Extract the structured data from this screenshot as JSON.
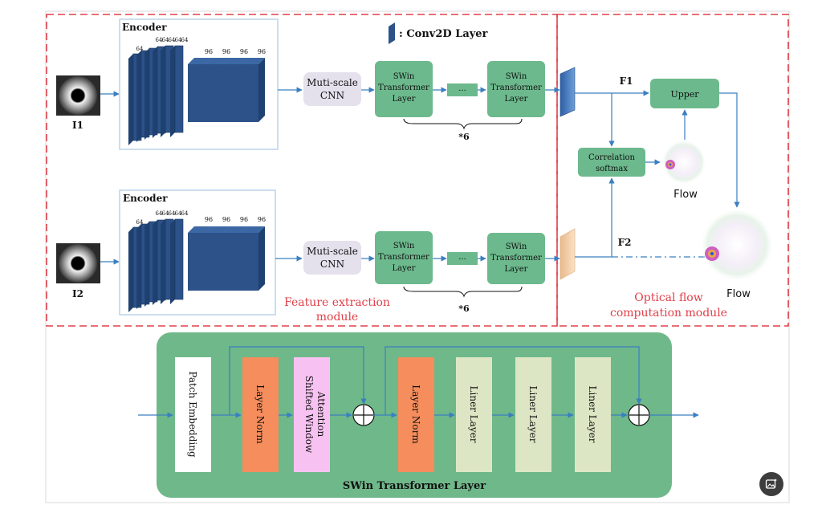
{
  "legend": {
    "conv_label": ": Conv2D Layer"
  },
  "inputs": {
    "i1": "I1",
    "i2": "I2"
  },
  "encoder": {
    "label": "Encoder",
    "small_channels": [
      "64",
      "64",
      "64",
      "64",
      "64",
      "64"
    ],
    "large_channels": [
      "96",
      "96",
      "96",
      "96"
    ]
  },
  "cnn_label": [
    "Muti-scale",
    "CNN"
  ],
  "swin_block": [
    "SWin",
    "Transformer",
    "Layer"
  ],
  "ellipsis": "···",
  "repeat_label": "*6",
  "feature_module_label": [
    "Feature extraction",
    "module"
  ],
  "optical": {
    "f1": "F1",
    "f2": "F2",
    "upper": "Upper",
    "correlation": [
      "Correlation",
      "softmax"
    ],
    "flow_small": "Flow",
    "flow_large": "Flow",
    "module_label": [
      "Optical flow",
      "computation module"
    ]
  },
  "swin_detail": {
    "title": "SWin Transformer Layer",
    "patch_embedding": "Patch Embedding",
    "layer_norm_1": "Layer Norm",
    "shifted_window": [
      "Shifted Window",
      "Attention"
    ],
    "layer_norm_2": "Layer Norm",
    "liner_layers": [
      "Liner Layer",
      "Liner Layer",
      "Liner Layer"
    ]
  },
  "colors": {
    "encoder_blue": "#2c5289",
    "swin_green": "#6cb98d",
    "panel_green": "#6fb88a",
    "layer_norm_orange": "#f58d5c",
    "attention_pink": "#f7c2f2",
    "liner_beige": "#dde6c4",
    "red_dashed": "#e0404a",
    "arrow_blue": "#3a7fc1"
  },
  "icons": {
    "image_action": "image-sparkle-icon"
  }
}
